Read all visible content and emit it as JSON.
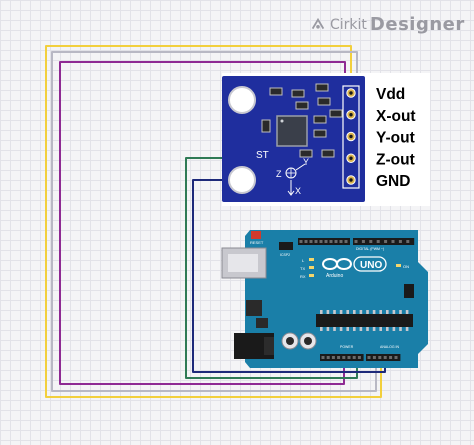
{
  "branding": {
    "brand": "Cirkit",
    "product": "Designer"
  },
  "sensor": {
    "pins": [
      "Vdd",
      "X-out",
      "Y-out",
      "Z-out",
      "GND"
    ],
    "silk_st": "ST",
    "axis_z": "Z",
    "axis_y": "Y",
    "axis_x": "X",
    "board_color": "#1f2e9e"
  },
  "arduino": {
    "logo": "UNO",
    "brand": "Arduino",
    "reset_label": "RESET",
    "digital_label": "DIGITAL (PWM ~)",
    "analog_label": "ANALOG IN",
    "power_label": "POWER",
    "icsp_label": "ICSP2",
    "tx_label": "TX",
    "rx_label": "RX",
    "l_label": "L",
    "on_label": "ON",
    "board_color": "#1a7fa8"
  },
  "wires": [
    {
      "name": "vdd-wire",
      "color": "#f2cf3c"
    },
    {
      "name": "x-out-wire",
      "color": "#b8b8c4"
    },
    {
      "name": "y-out-wire",
      "color": "#8e2a93"
    },
    {
      "name": "z-out-wire",
      "color": "#2f7a55"
    },
    {
      "name": "gnd-wire",
      "color": "#1e2a7a"
    }
  ]
}
